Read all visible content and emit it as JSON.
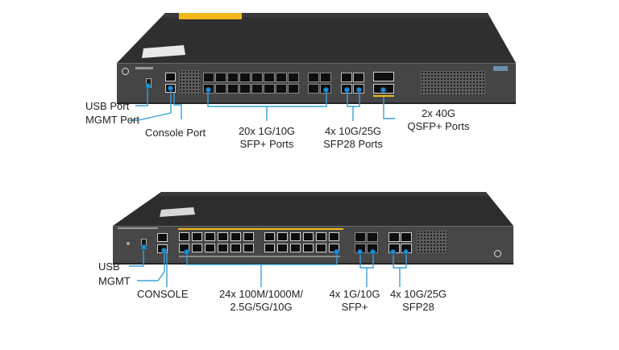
{
  "switch1": {
    "top_label": "",
    "callouts": {
      "usb": "USB Port",
      "mgmt": "MGMT Port",
      "console": "Console Port",
      "sfp_plus_line1": "20x 1G/10G",
      "sfp_plus_line2": "SFP+ Ports",
      "sfp28_line1": "4x 10G/25G",
      "sfp28_line2": "SFP28 Ports",
      "qsfp_line1": "2x 40G",
      "qsfp_line2": "QSFP+ Ports"
    }
  },
  "switch2": {
    "callouts": {
      "usb": "USB",
      "mgmt": "MGMT",
      "console": "CONSOLE",
      "rj45_line1": "24x 100M/1000M/",
      "rj45_line2": "2.5G/5G/10G",
      "sfp_plus_line1": "4x 1G/10G",
      "sfp_plus_line2": "SFP+",
      "sfp28_line1": "4x 10G/25G",
      "sfp28_line2": "SFP28"
    }
  },
  "colors": {
    "chassis_top": "#2b2b2b",
    "front_panel": "#444444",
    "callout_line": "#3aa0d8",
    "port_dot": "#1f8fd6",
    "accent_label": "#f2b81c"
  },
  "icons": [
    "brand-logo-icon",
    "usb-port-icon",
    "rj45-port-icon",
    "sfp-cage-icon"
  ]
}
